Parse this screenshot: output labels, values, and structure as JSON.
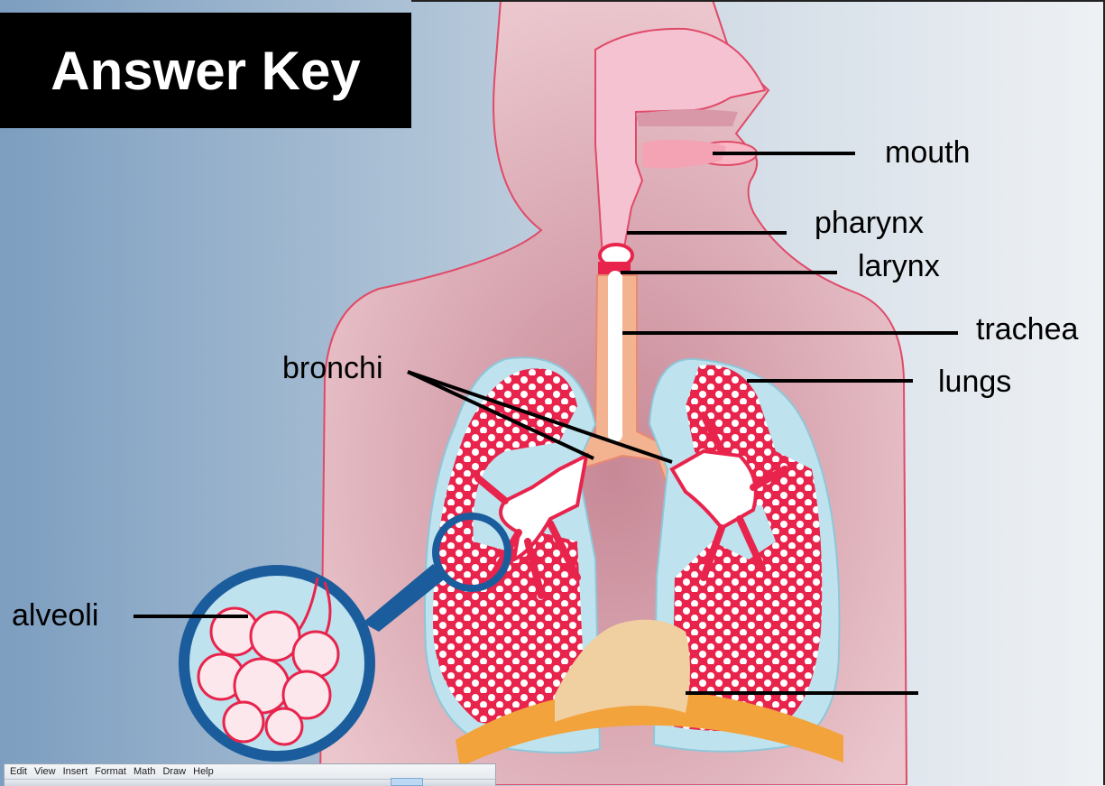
{
  "title": "Answer Key",
  "labels": {
    "mouth": "mouth",
    "pharynx": "pharynx",
    "larynx": "larynx",
    "trachea": "trachea",
    "lungs": "lungs",
    "bronchi": "bronchi",
    "alveoli": "alveoli",
    "diaphragm": ""
  },
  "menu": {
    "items": [
      "Edit",
      "View",
      "Insert",
      "Format",
      "Math",
      "Draw",
      "Help"
    ]
  },
  "colors": {
    "body": "#e7b9c2",
    "body_outline": "#e04a68",
    "lung": "#bfe3ee",
    "alveoli_red": "#e8244c",
    "trachea": "#f3b391",
    "diaphragm": "#f3a33c",
    "magnifier_ring": "#1b5d9c"
  }
}
